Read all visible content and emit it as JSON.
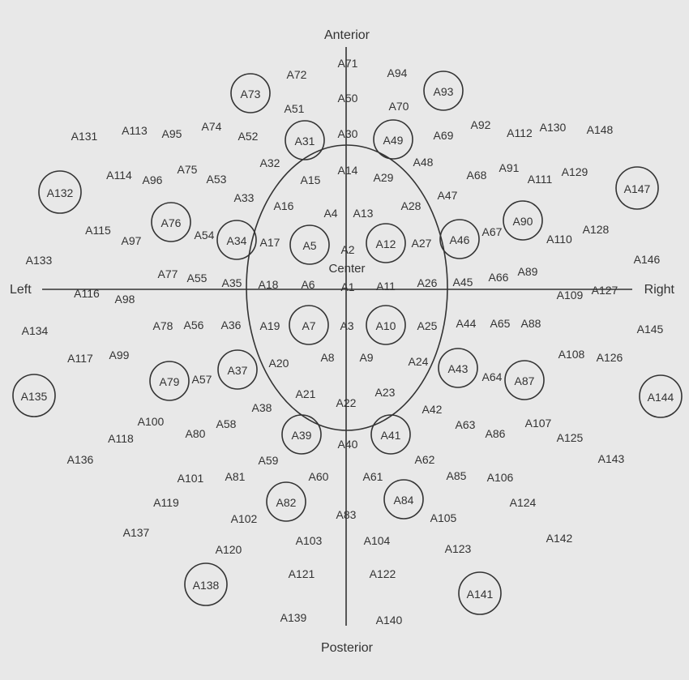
{
  "directions": {
    "anterior": "Anterior",
    "posterior": "Posterior",
    "left": "Left",
    "right": "Right",
    "center": "Center"
  },
  "points": [
    "A1",
    "A2",
    "A3",
    "A4",
    "A5",
    "A6",
    "A7",
    "A8",
    "A9",
    "A10",
    "A11",
    "A12",
    "A13",
    "A14",
    "A15",
    "A16",
    "A17",
    "A18",
    "A19",
    "A20",
    "A21",
    "A22",
    "A23",
    "A24",
    "A25",
    "A26",
    "A27",
    "A28",
    "A29",
    "A30",
    "A31",
    "A32",
    "A33",
    "A34",
    "A35",
    "A36",
    "A37",
    "A38",
    "A39",
    "A40",
    "A41",
    "A42",
    "A43",
    "A44",
    "A45",
    "A46",
    "A47",
    "A48",
    "A49",
    "A50",
    "A51",
    "A52",
    "A53",
    "A54",
    "A55",
    "A56",
    "A57",
    "A58",
    "A59",
    "A60",
    "A61",
    "A62",
    "A63",
    "A64",
    "A65",
    "A66",
    "A67",
    "A68",
    "A69",
    "A70",
    "A71",
    "A72",
    "A73",
    "A74",
    "A75",
    "A76",
    "A77",
    "A78",
    "A79",
    "A80",
    "A81",
    "A82",
    "A83",
    "A84",
    "A85",
    "A86",
    "A87",
    "A88",
    "A89",
    "A90",
    "A91",
    "A92",
    "A93",
    "A94",
    "A95",
    "A96",
    "A97",
    "A98",
    "A99",
    "A100",
    "A101",
    "A102",
    "A103",
    "A104",
    "A105",
    "A106",
    "A107",
    "A108",
    "A109",
    "A110",
    "A111",
    "A112",
    "A113",
    "A114",
    "A115",
    "A116",
    "A117",
    "A118",
    "A119",
    "A120",
    "A121",
    "A122",
    "A123",
    "A124",
    "A125",
    "A126",
    "A127",
    "A128",
    "A129",
    "A130",
    "A131",
    "A132",
    "A133",
    "A134",
    "A135",
    "A136",
    "A137",
    "A138",
    "A139",
    "A140",
    "A141",
    "A142",
    "A143",
    "A144",
    "A145",
    "A146",
    "A147",
    "A148"
  ],
  "circled_points": [
    "A5",
    "A7",
    "A10",
    "A12",
    "A31",
    "A34",
    "A37",
    "A39",
    "A41",
    "A43",
    "A46",
    "A49",
    "A73",
    "A76",
    "A79",
    "A82",
    "A84",
    "A87",
    "A90",
    "A93",
    "A132",
    "A135",
    "A138",
    "A141",
    "A144",
    "A147"
  ]
}
